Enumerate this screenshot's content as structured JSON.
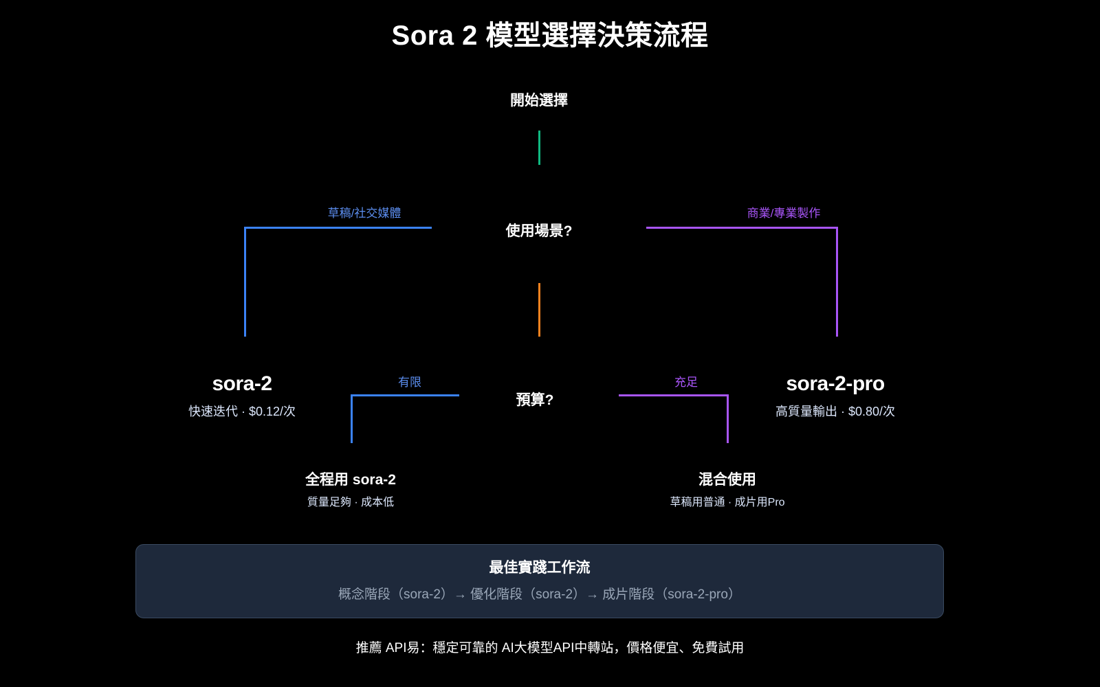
{
  "title": "Sora 2 模型選擇決策流程",
  "flow": {
    "root": {
      "label": "開始選擇"
    },
    "question_1": {
      "label": "使用場景?"
    },
    "question_2": {
      "label": "預算?"
    },
    "branches": {
      "scene_left": {
        "label": "草稿/社交媒體",
        "color": "#5b8dee"
      },
      "scene_right": {
        "label": "商業/專業製作",
        "color": "#a855f7"
      },
      "budget_left": {
        "label": "有限",
        "color": "#5b8dee"
      },
      "budget_right": {
        "label": "充足",
        "color": "#a855f7"
      }
    },
    "models": [
      {
        "name": "sora-2",
        "detail": "快速迭代 · $0.12/次"
      },
      {
        "name": "sora-2-pro",
        "detail": "高質量輸出 · $0.80/次"
      }
    ],
    "leaves": [
      {
        "name": "全程用 sora-2",
        "detail": "質量足夠 · 成本低"
      },
      {
        "name": "混合使用",
        "detail": "草稿用普通 · 成片用Pro"
      }
    ],
    "connector_colors": {
      "root_stem": "#10b981",
      "scene_stem": "#f5821f",
      "left_branch": "#3b82f6",
      "right_branch": "#a855f7"
    }
  },
  "workflow": {
    "title": "最佳實踐工作流",
    "steps": "概念階段（sora-2）→ 優化階段（sora-2）→ 成片階段（sora-2-pro）"
  },
  "footer": {
    "note": "推薦 API易：穩定可靠的 AI大模型API中轉站，價格便宜、免費試用"
  }
}
